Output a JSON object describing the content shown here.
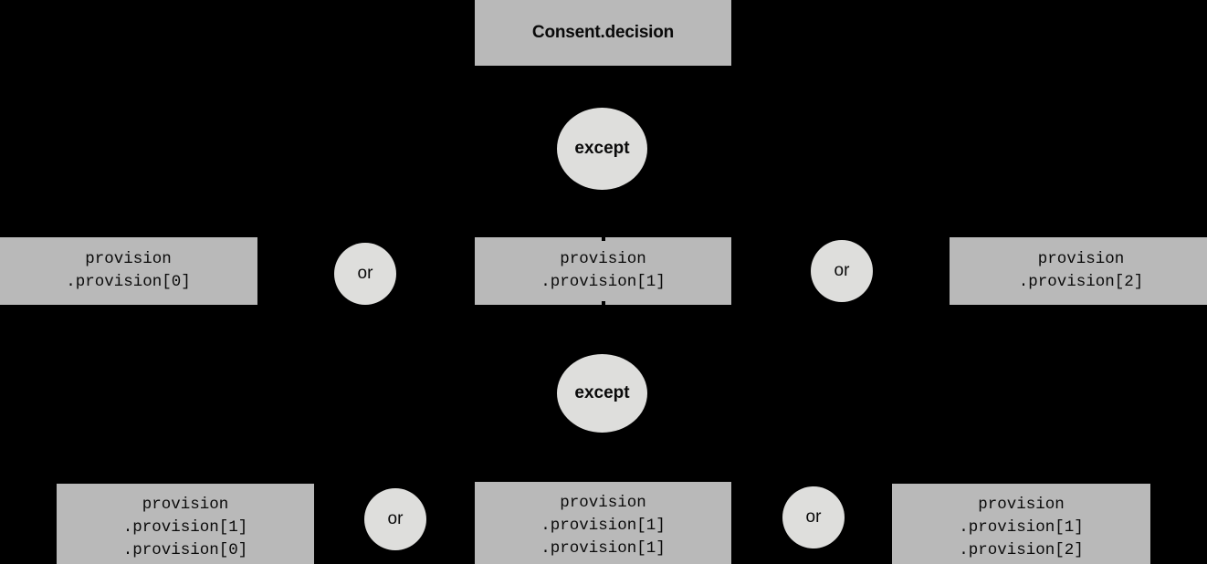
{
  "diagram": {
    "background_color": "#000000",
    "node_fill_color": "#b9b9b9",
    "operator_fill_color": "#dededc",
    "text_color": "#0a0a0a",
    "root": {
      "label": "Consent.decision"
    },
    "operators": {
      "except_1": "except",
      "except_2": "except",
      "or_row1_left": "or",
      "or_row1_right": "or",
      "or_row2_left": "or",
      "or_row2_right": "or"
    },
    "level_1": [
      {
        "id": "provision-0",
        "lines": [
          "provision",
          ".provision[0]"
        ]
      },
      {
        "id": "provision-1",
        "lines": [
          "provision",
          ".provision[1]"
        ]
      },
      {
        "id": "provision-2",
        "lines": [
          "provision",
          ".provision[2]"
        ]
      }
    ],
    "level_2": [
      {
        "id": "provision-1-0",
        "lines": [
          "provision",
          ".provision[1]",
          ".provision[0]"
        ]
      },
      {
        "id": "provision-1-1",
        "lines": [
          "provision",
          ".provision[1]",
          ".provision[1]"
        ]
      },
      {
        "id": "provision-1-2",
        "lines": [
          "provision",
          ".provision[1]",
          ".provision[2]"
        ]
      }
    ]
  }
}
